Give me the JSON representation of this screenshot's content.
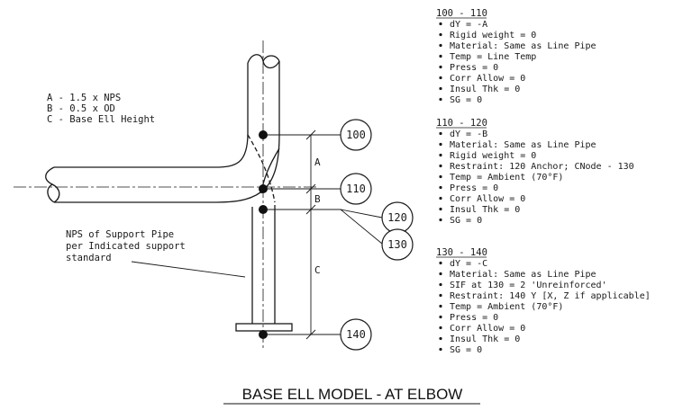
{
  "legend": [
    "A - 1.5 x NPS",
    "B - 0.5 x OD",
    "C - Base Ell Height"
  ],
  "node_labels": [
    "100",
    "110",
    "120",
    "130",
    "140"
  ],
  "dimension_labels": [
    "A",
    "B",
    "C"
  ],
  "support_note": [
    "NPS of Support Pipe",
    "per Indicated support",
    "standard"
  ],
  "sections": [
    {
      "header": "100 - 110",
      "items": [
        "dY = -A",
        "Rigid weight = 0",
        "Material: Same as Line Pipe",
        "Temp = Line Temp",
        "Press = 0",
        "Corr Allow = 0",
        "Insul Thk = 0",
        "SG = 0"
      ]
    },
    {
      "header": "110 - 120",
      "items": [
        "dY = -B",
        "Material: Same as Line Pipe",
        "Rigid weight = 0",
        "Restraint: 120 Anchor; CNode - 130",
        "Temp = Ambient (70°F)",
        "Press = 0",
        "Corr Allow = 0",
        "Insul Thk = 0",
        "SG = 0"
      ]
    },
    {
      "header": "130 - 140",
      "items": [
        "dY = -C",
        "Material: Same as Line Pipe",
        "SIF at 130 = 2 'Unreinforced'",
        "Restraint: 140 Y [X, Z if applicable]",
        "Temp = Ambient (70°F)",
        "Press = 0",
        "Corr Allow = 0",
        "Insul Thk = 0",
        "SG = 0"
      ]
    }
  ],
  "title": "BASE ELL MODEL - AT ELBOW"
}
